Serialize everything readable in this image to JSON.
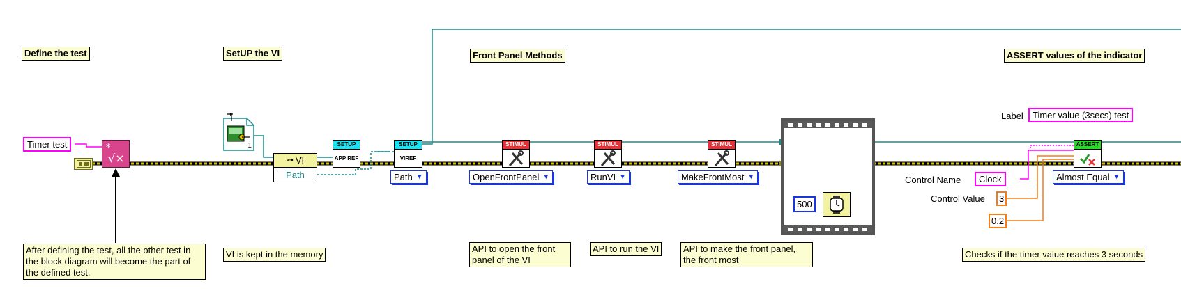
{
  "sections": {
    "define_the_test": "Define the test",
    "setup_the_vi": "SetUP the VI",
    "front_panel_methods": "Front Panel Methods",
    "assert_values": "ASSERT values of the indicator"
  },
  "constants": {
    "test_name": "Timer test",
    "path_node_vi": "VI",
    "path_node_path": "Path",
    "path_ring": "Path",
    "open_front_panel": "OpenFrontPanel",
    "run_vi": "RunVI",
    "make_front_most": "MakeFrontMost",
    "wait_ms": "500",
    "label_value": "Timer value (3secs) test",
    "control_name_value": "Clock",
    "control_value": "3",
    "tolerance": "0.2",
    "comparison": "Almost Equal"
  },
  "labels": {
    "label": "Label",
    "control_name": "Control Name",
    "control_value": "Control Value"
  },
  "nodes": {
    "setup_app_ref_band": "SETUP",
    "setup_app_ref_body": "APP REF",
    "setup_viref_band": "SETUP",
    "setup_viref_body": "VIREF",
    "stimul_band": "STIMUL",
    "assert_band": "ASSERT"
  },
  "icon_text": {
    "static_vi_ref": "1"
  },
  "notes": {
    "define_note": "After defining the test, all the other test in the block diagram will become the part of the defined test.",
    "memory_note": "VI is kept in the memory",
    "open_fp_note": "API to open the front panel of the VI",
    "run_vi_note": "API to run the VI",
    "front_most_note": "API to make the front panel, the front most",
    "checks_note": "Checks if the timer value reaches 3 seconds"
  },
  "colors": {
    "wire_error": "#c8b400",
    "wire_ref": "#1f8a8a",
    "wire_string": "#ff00ff",
    "wire_number": "#f07f18",
    "ring_border": "#1a36e0",
    "comment_bg": "#fdfdd2"
  }
}
